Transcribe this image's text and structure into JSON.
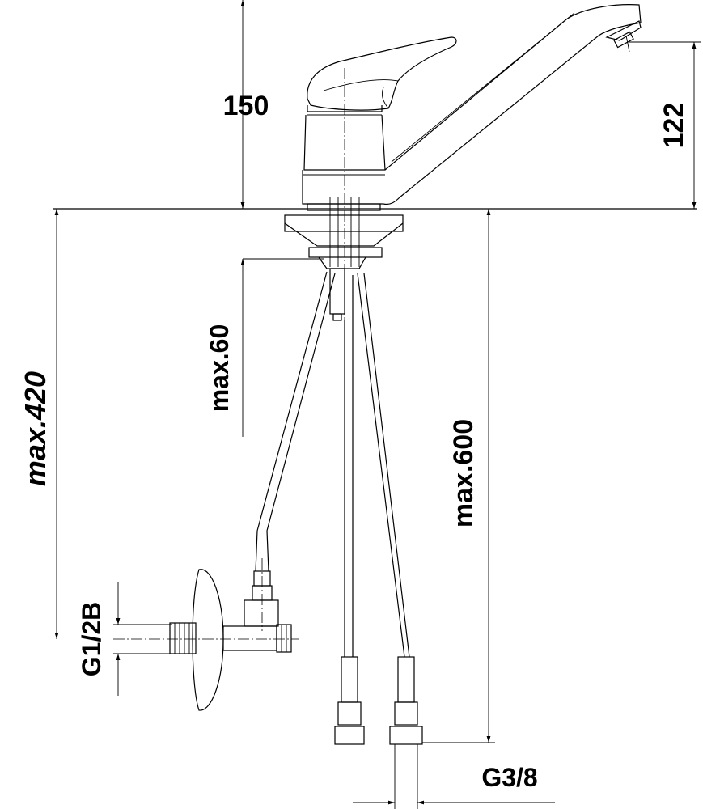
{
  "dimensions": {
    "spout_height": "150",
    "outlet_height": "122",
    "max_worktop": "max.60",
    "max_hose_short": "max.420",
    "max_hose_long": "max.600",
    "thread_valve": "G1/2B",
    "thread_hose": "G3/8"
  }
}
